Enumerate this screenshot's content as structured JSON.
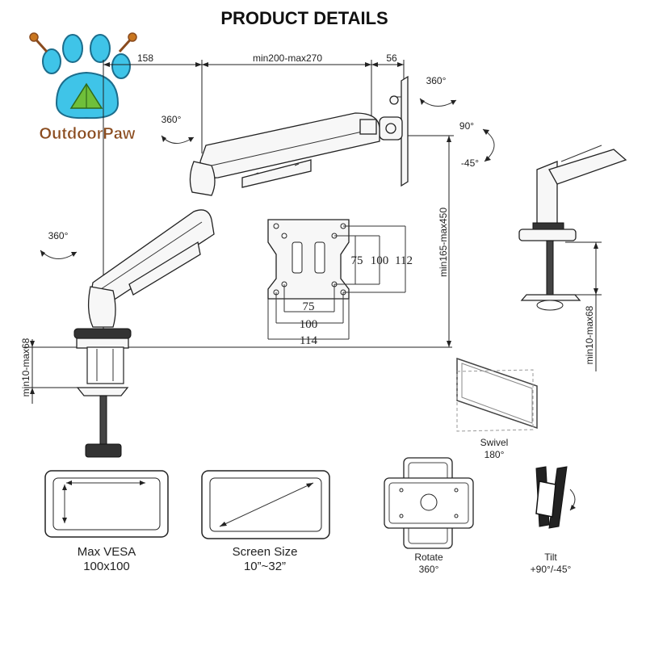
{
  "title": "PRODUCT DETAILS",
  "brand": {
    "name": "OutdoorPaw",
    "paw_color": "#3fc4e8",
    "paw_stroke": "#1c6d8c",
    "text_color": "#8a4b1e",
    "tent_color": "#6fbf3a"
  },
  "dimensions": {
    "top_left": "158",
    "top_middle": "min200-max270",
    "top_right": "56",
    "height": "min165-max450",
    "clamp_left": "min10-max68",
    "clamp_right": "min10-max68"
  },
  "rotation_labels": {
    "monitor_top": "360°",
    "upper_joint": "360°",
    "base_joint": "360°",
    "tilt_up": "90°",
    "tilt_down": "-45°"
  },
  "vesa_plate": {
    "right_labels": [
      "75",
      "100",
      "112"
    ],
    "bottom_labels": [
      "75",
      "100",
      "114"
    ]
  },
  "features": {
    "max_vesa": {
      "line1": "Max VESA",
      "line2": "100x100"
    },
    "screen_size": {
      "line1": "Screen Size",
      "line2": "10”~32”"
    },
    "rotate": {
      "line1": "Rotate",
      "line2": "360°"
    },
    "tilt": {
      "line1": "Tilt",
      "line2": "+90°/-45°"
    },
    "swivel": {
      "line1": "Swivel",
      "line2": "180°"
    }
  },
  "colors": {
    "line": "#222222",
    "background": "#ffffff"
  }
}
